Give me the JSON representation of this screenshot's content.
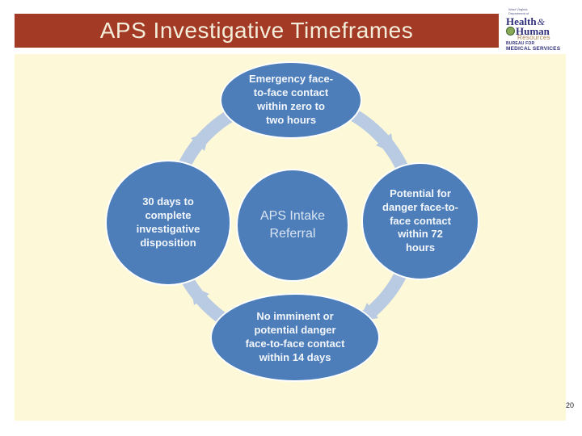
{
  "slide": {
    "title": "APS Investigative Timeframes",
    "page_number": "20"
  },
  "logo": {
    "line1": "West Virginia",
    "line2": "Department of",
    "health": "Health",
    "ampersand": "&",
    "human": "Human",
    "resources": "Resources",
    "bureau": "BUREAU FOR",
    "services": "MEDICAL SERVICES"
  },
  "diagram": {
    "type": "cycle",
    "hub": {
      "label": "APS Intake\nReferral"
    },
    "nodes": [
      {
        "position": "top",
        "label": "Emergency face-\nto-face contact\nwithin zero to\ntwo hours"
      },
      {
        "position": "right",
        "label": "Potential for\ndanger face-to-\nface contact\nwithin 72\nhours"
      },
      {
        "position": "bottom",
        "label": "No imminent or\npotential danger\nface-to-face contact\nwithin 14 days"
      },
      {
        "position": "left",
        "label": "30 days to\ncomplete\ninvestigative\ndisposition"
      }
    ],
    "colors": {
      "node_fill": "#4d7eba",
      "node_border": "#ffffff",
      "ring": "#b9cbe2",
      "satellite_text": "#f2f6fb",
      "hub_text": "#d8e4f2"
    }
  },
  "colors": {
    "page_background": "#ffffff",
    "slide_background": "#fdf8d8",
    "title_bar_background": "#a23a26",
    "title_text": "#f3edda"
  }
}
